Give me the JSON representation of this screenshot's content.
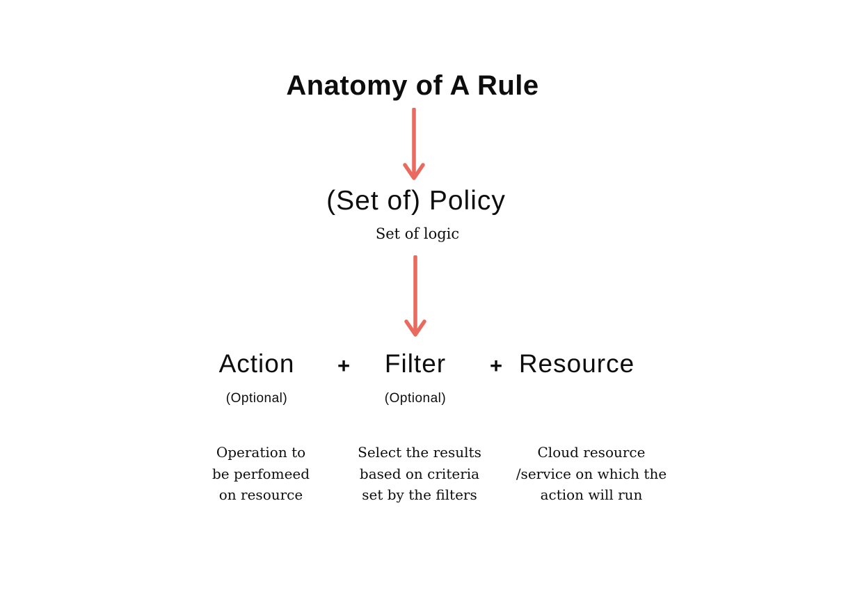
{
  "title": "Anatomy of A Rule",
  "colors": {
    "background": "#ffffff",
    "text": "#0d0d0d",
    "arrow": "#e96a5f"
  },
  "policy": {
    "label": "(Set of) Policy",
    "sublabel": "Set of logic"
  },
  "operator": "+",
  "icons": {
    "arrow_1": "down-arrow-icon",
    "arrow_2": "down-arrow-icon"
  },
  "components": [
    {
      "label": "Action",
      "qualifier": "(Optional)",
      "description": "Operation to\nbe perfomeed\non resource"
    },
    {
      "label": "Filter",
      "qualifier": "(Optional)",
      "description": "Select the results\nbased on criteria\nset by the filters"
    },
    {
      "label": "Resource",
      "qualifier": "",
      "description": "Cloud resource\n/service on which the\naction will run"
    }
  ]
}
